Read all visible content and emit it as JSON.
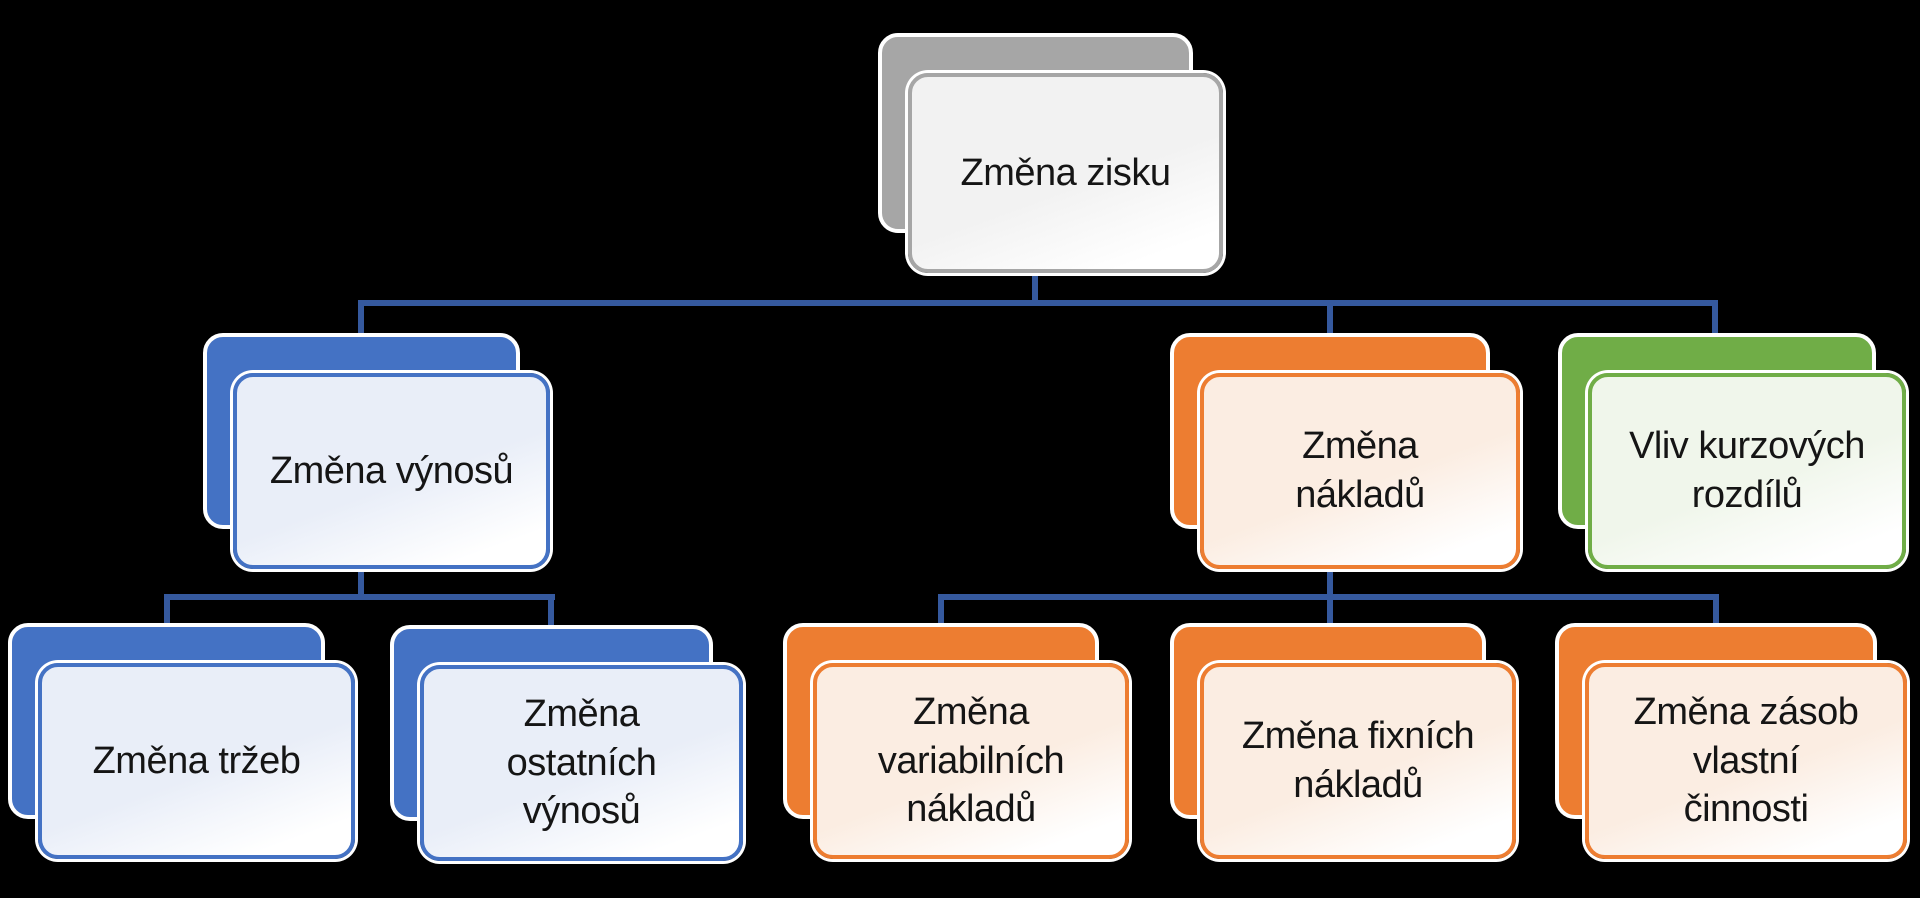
{
  "canvas": {
    "background": "#000000",
    "connector_color": "#35599E"
  },
  "palette": {
    "gray": {
      "back": "#A6A6A6",
      "tint": "#F2F2F2"
    },
    "blue": {
      "back": "#4472C4",
      "tint": "#E9EEF8"
    },
    "orange": {
      "back": "#ED7D31",
      "tint": "#FBEDE2"
    },
    "green": {
      "back": "#70AD47",
      "tint": "#F0F6EB"
    }
  },
  "nodes": [
    {
      "id": "zmena-zisku",
      "label": "Změna zisku",
      "scheme": "gray",
      "level": 1,
      "parent": null
    },
    {
      "id": "zmena-vynosu",
      "label": "Změna výnosů",
      "scheme": "blue",
      "level": 2,
      "parent": "zmena-zisku"
    },
    {
      "id": "zmena-nakladu",
      "label": "Změna\nnákladů",
      "scheme": "orange",
      "level": 2,
      "parent": "zmena-zisku"
    },
    {
      "id": "vliv-kurzovych-rozdilu",
      "label": "Vliv kurzových\nrozdílů",
      "scheme": "green",
      "level": 2,
      "parent": "zmena-zisku"
    },
    {
      "id": "zmena-trzeb",
      "label": "Změna tržeb",
      "scheme": "blue",
      "level": 3,
      "parent": "zmena-vynosu"
    },
    {
      "id": "zmena-ostatnich-vynosu",
      "label": "Změna\nostatních\nvýnosů",
      "scheme": "blue",
      "level": 3,
      "parent": "zmena-vynosu"
    },
    {
      "id": "zmena-variabilnich-nakladu",
      "label": "Změna\nvariabilních\nnákladů",
      "scheme": "orange",
      "level": 3,
      "parent": "zmena-nakladu"
    },
    {
      "id": "zmena-fixnich-nakladu",
      "label": "Změna fixních\nnákladů",
      "scheme": "orange",
      "level": 3,
      "parent": "zmena-nakladu"
    },
    {
      "id": "zmena-zasob-vlastni-cinnosti",
      "label": "Změna zásob\nvlastní\nčinnosti",
      "scheme": "orange",
      "level": 3,
      "parent": "zmena-nakladu"
    }
  ]
}
